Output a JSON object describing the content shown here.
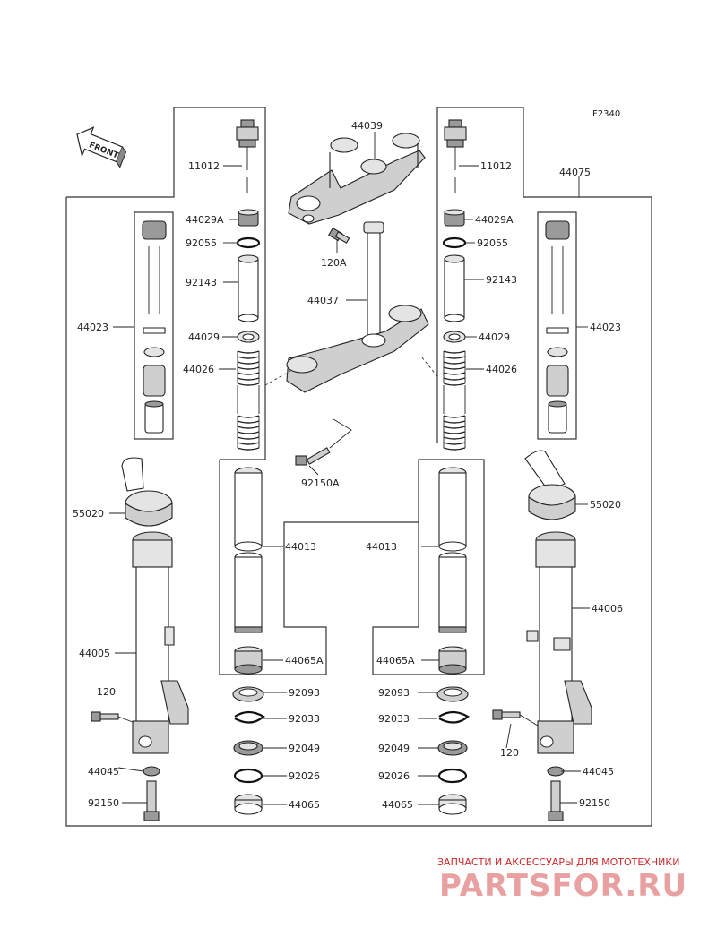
{
  "diagram_code": "F2340",
  "front_label": "FRONT",
  "labels": {
    "l_11012": "11012",
    "l_44029A": "44029A",
    "l_92055": "92055",
    "l_92143": "92143",
    "l_44023": "44023",
    "l_44029": "44029",
    "l_44026": "44026",
    "l_55020": "55020",
    "l_44005": "44005",
    "l_120": "120",
    "l_44045": "44045",
    "l_92150": "92150",
    "l_44039": "44039",
    "l_120A": "120A",
    "l_44037": "44037",
    "l_92150A": "92150A",
    "l_44013": "44013",
    "l_44065A": "44065A",
    "l_92093": "92093",
    "l_92033": "92033",
    "l_92049": "92049",
    "l_92026": "92026",
    "l_44065": "44065",
    "l_44075": "44075",
    "l_44006": "44006"
  },
  "watermark": {
    "caption": "ЗАПЧАСТИ И АКСЕССУАРЫ ДЛЯ МОТОТЕХНИКИ",
    "brand": "PARTSFOR.RU"
  },
  "colors": {
    "line": "#222222",
    "part_fill": "#cfcfcf",
    "watermark_red": "#cc2a2a",
    "watermark_pink": "#e8a0a0"
  }
}
